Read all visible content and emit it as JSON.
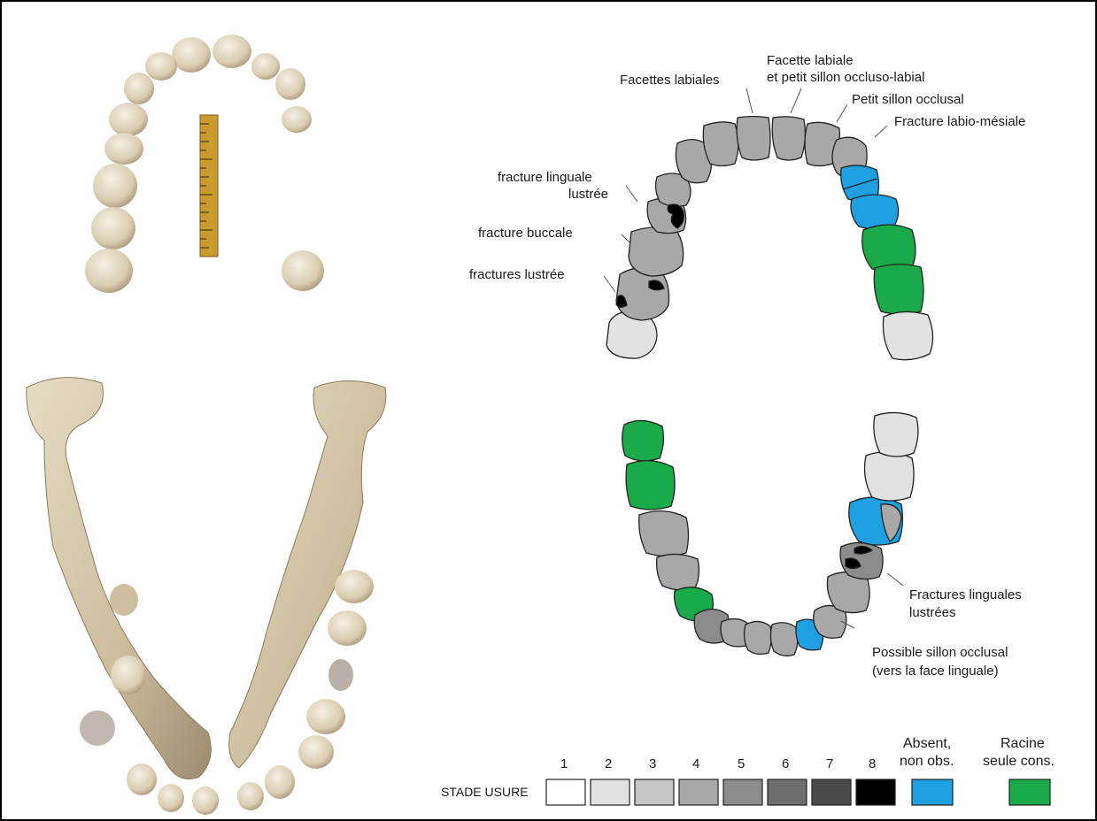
{
  "annotations": {
    "upper": {
      "facettes_labiales": "Facettes labiales",
      "facette_labiale_l1": "Facette labiale",
      "facette_labiale_l2": "et petit sillon occluso-labial",
      "petit_sillon_occlusal": "Petit sillon occlusal",
      "fracture_labio_mesiale": "Fracture labio-mésiale",
      "fracture_linguale_l1": "fracture linguale",
      "fracture_linguale_l2": "lustrée",
      "fracture_buccale": "fracture buccale",
      "fractures_lustree": "fractures lustrée"
    },
    "lower": {
      "fractures_linguales_l1": "Fractures linguales",
      "fractures_linguales_l2": "lustrées",
      "sillon_l1": "Possible sillon occlusal",
      "sillon_l2": "(vers la face linguale)"
    }
  },
  "legend": {
    "title": "STADE USURE",
    "stages": [
      {
        "label": "1",
        "color": "#ffffff"
      },
      {
        "label": "2",
        "color": "#e2e2e2"
      },
      {
        "label": "3",
        "color": "#c6c6c6"
      },
      {
        "label": "4",
        "color": "#a8a8a8"
      },
      {
        "label": "5",
        "color": "#8c8c8c"
      },
      {
        "label": "6",
        "color": "#6f6f6f"
      },
      {
        "label": "7",
        "color": "#4a4a4a"
      },
      {
        "label": "8",
        "color": "#000000"
      }
    ],
    "absent_l1": "Absent,",
    "absent_l2": "non obs.",
    "absent_color": "#1ea0e3",
    "racine_l1": "Racine",
    "racine_l2": "seule cons.",
    "racine_color": "#1aaa4a"
  },
  "colors": {
    "tooth_grey": "#a8a8a8",
    "tooth_light": "#e2e2e2",
    "tooth_dark": "#8c8c8c",
    "absent": "#1ea0e3",
    "root_only": "#1aaa4a",
    "bone": "#d9ccb0",
    "enamel": "#e8e0cc"
  }
}
